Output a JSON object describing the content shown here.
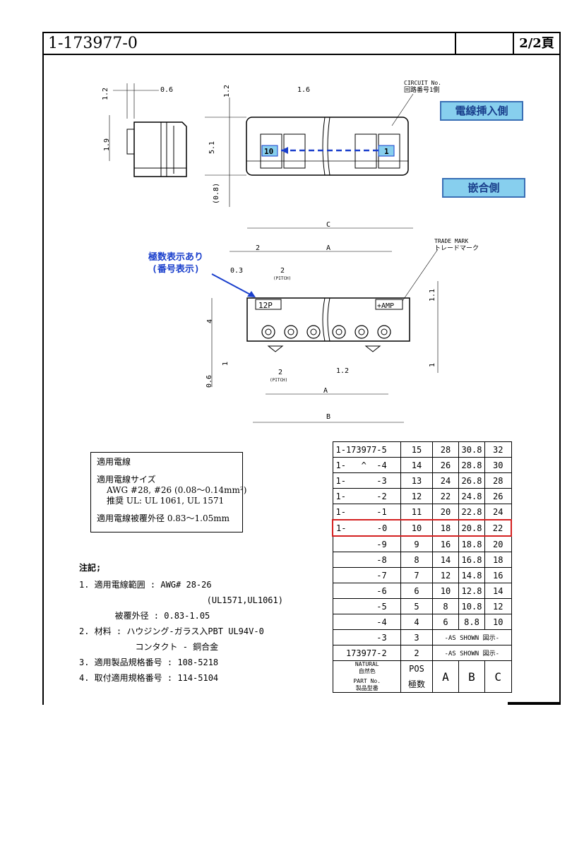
{
  "header": {
    "title": "1-173977-0",
    "page": "2/2頁"
  },
  "labels": {
    "wire_insert_side": "電線挿入側",
    "mating_side": "嵌合側",
    "pole_count_display": "極数表示あり",
    "number_display": "(番号表示)",
    "circuit_no": "CIRCUIT No.",
    "circuit_jp": "回路番号1側",
    "trade_mark": "TRADE MARK",
    "trade_mark_jp": "トレードマーク",
    "circuit_10": "10",
    "circuit_1": "1",
    "housing_mark": "12P",
    "amp_mark": "+AMP"
  },
  "dimensions": {
    "d_1_2a": "1.2",
    "d_0_6": "0.6",
    "d_1_9": "1.9",
    "d_1_2b": "1.2",
    "d_1_6": "1.6",
    "d_5_1": "5.1",
    "d_0_8": "(0.8)",
    "d_C": "C",
    "d_2a": "2",
    "d_A": "A",
    "d_0_3": "0.3",
    "d_2b": "2",
    "pitch": "(PITCH)",
    "d_1_1": "1.1",
    "d_4": "4",
    "d_1a": "1",
    "d_1b": "1",
    "d_0_6b": "0.6",
    "d_2c": "2",
    "d_1_2c": "1.2",
    "d_A2": "A",
    "d_B": "B"
  },
  "wire_box": {
    "title": "適用電線",
    "size_label": "適用電線サイズ",
    "awg": "AWG #28, #26 (0.08～0.14mm²)",
    "recommended": "推奨 UL:  UL 1061, UL 1571",
    "outer_dia": "適用電線被覆外径   0.83～1.05mm"
  },
  "notes": {
    "heading": "注記;",
    "items": [
      "1. 適用電線範囲 : AWG# 28-26",
      "                         (UL1571,UL1061)",
      "       被覆外径 : 0.83-1.05",
      "2. 材料 : ハウジング-ガラス入PBT UL94V-0",
      "           コンタクト - 銅合金",
      "3. 適用製品規格番号 : 108-5218",
      "4. 取付適用規格番号 : 114-5104"
    ]
  },
  "table": {
    "rows": [
      {
        "pn": "1-173977-5",
        "pos": "15",
        "a": "28",
        "b": "30.8",
        "c": "32"
      },
      {
        "pn": "1-   ^  -4",
        "pos": "14",
        "a": "26",
        "b": "28.8",
        "c": "30"
      },
      {
        "pn": "1-      -3",
        "pos": "13",
        "a": "24",
        "b": "26.8",
        "c": "28"
      },
      {
        "pn": "1-      -2",
        "pos": "12",
        "a": "22",
        "b": "24.8",
        "c": "26"
      },
      {
        "pn": "1-      -1",
        "pos": "11",
        "a": "20",
        "b": "22.8",
        "c": "24"
      },
      {
        "pn": "1-      -0",
        "pos": "10",
        "a": "18",
        "b": "20.8",
        "c": "22"
      },
      {
        "pn": "        -9",
        "pos": "9",
        "a": "16",
        "b": "18.8",
        "c": "20"
      },
      {
        "pn": "        -8",
        "pos": "8",
        "a": "14",
        "b": "16.8",
        "c": "18"
      },
      {
        "pn": "        -7",
        "pos": "7",
        "a": "12",
        "b": "14.8",
        "c": "16"
      },
      {
        "pn": "        -6",
        "pos": "6",
        "a": "10",
        "b": "12.8",
        "c": "14"
      },
      {
        "pn": "        -5",
        "pos": "5",
        "a": "8",
        "b": "10.8",
        "c": "12"
      },
      {
        "pn": "        -4",
        "pos": "4",
        "a": "6",
        "b": "8.8",
        "c": "10"
      },
      {
        "pn": "        -3",
        "pos": "3",
        "span": "-AS SHOWN 図示-"
      },
      {
        "pn": "  173977-2",
        "pos": "2",
        "span": "-AS SHOWN 図示-"
      }
    ],
    "highlight_row": 5,
    "footer": {
      "natural": "NATURAL",
      "natural_jp": "自然色",
      "part_no": "PART No.",
      "part_no_jp": "製品型番",
      "pos": "POS",
      "pos_jp": "極数",
      "a": "A",
      "b": "B",
      "c": "C"
    }
  },
  "colors": {
    "label_bg": "#87cfee",
    "label_border": "#3a6fb5",
    "highlight": "#d42020",
    "arrow": "#1a3fcc"
  }
}
